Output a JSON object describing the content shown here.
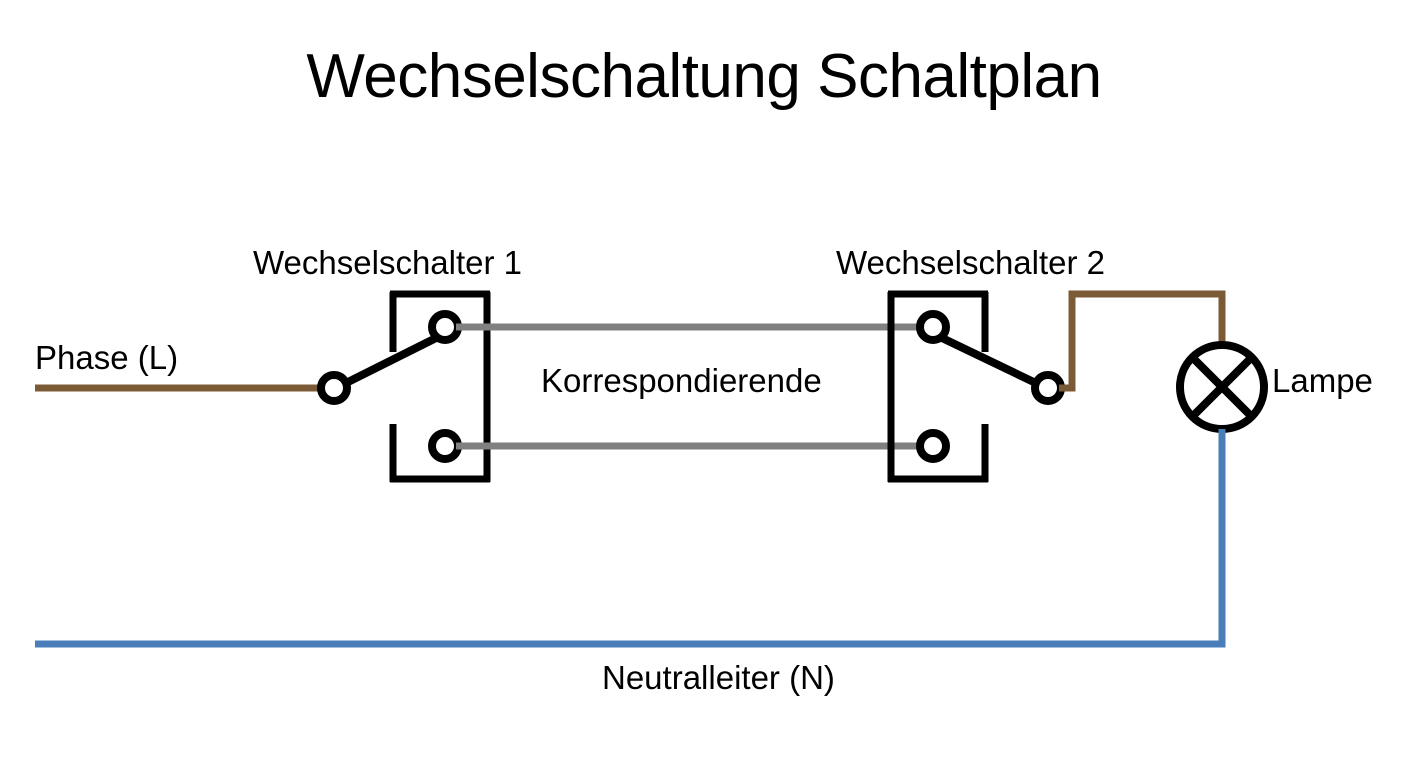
{
  "diagram": {
    "title": "Wechselschaltung Schaltplan",
    "type": "electrical-wiring-schematic",
    "labels": {
      "switch1": "Wechselschalter 1",
      "switch2": "Wechselschalter 2",
      "corresponding": "Korrespondierende",
      "phase": "Phase (L)",
      "lamp": "Lampe",
      "neutral": "Neutralleiter (N)"
    },
    "colors": {
      "phase_brown": "#7B5B35",
      "neutral_blue": "#4A7EBB",
      "corresponding_gray": "#808080",
      "symbol_black": "#000000",
      "background": "#FFFFFF"
    },
    "components": [
      {
        "name": "switch1",
        "kind": "two-way-switch",
        "label": "Wechselschalter 1",
        "lever_position": "upper"
      },
      {
        "name": "switch2",
        "kind": "two-way-switch",
        "label": "Wechselschalter 2",
        "lever_position": "lower"
      },
      {
        "name": "lamp",
        "kind": "lamp-cross-circle",
        "label": "Lampe"
      }
    ],
    "wires": [
      {
        "name": "phase-line",
        "label": "Phase (L)",
        "color": "#7B5B35"
      },
      {
        "name": "corresponding-upper",
        "color": "#808080"
      },
      {
        "name": "corresponding-lower",
        "color": "#808080"
      },
      {
        "name": "switch-to-lamp",
        "color": "#7B5B35"
      },
      {
        "name": "neutral-line",
        "label": "Neutralleiter (N)",
        "color": "#4A7EBB"
      }
    ]
  }
}
